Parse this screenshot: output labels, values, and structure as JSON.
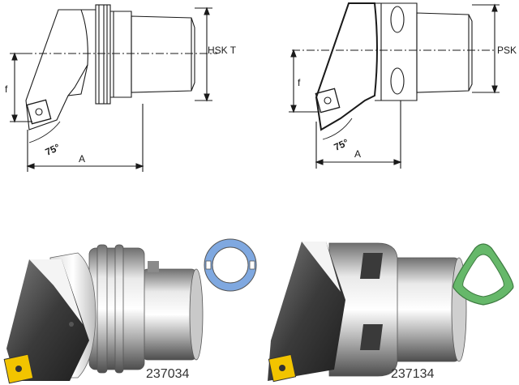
{
  "left_drawing": {
    "dim_f": "f",
    "dim_A": "A",
    "angle": "75°",
    "shank_label": "HSK T"
  },
  "right_drawing": {
    "dim_f": "f",
    "dim_A": "A",
    "angle": "75°",
    "shank_label": "PSK"
  },
  "left_product": {
    "code": "237034",
    "insert_color": "#f2c400",
    "profile_color": "#7fa8e0",
    "profile_shape": "ring-icon"
  },
  "right_product": {
    "code": "237134",
    "insert_color": "#f2c400",
    "profile_color": "#66b86a",
    "profile_shape": "polygon-triangle-icon"
  }
}
